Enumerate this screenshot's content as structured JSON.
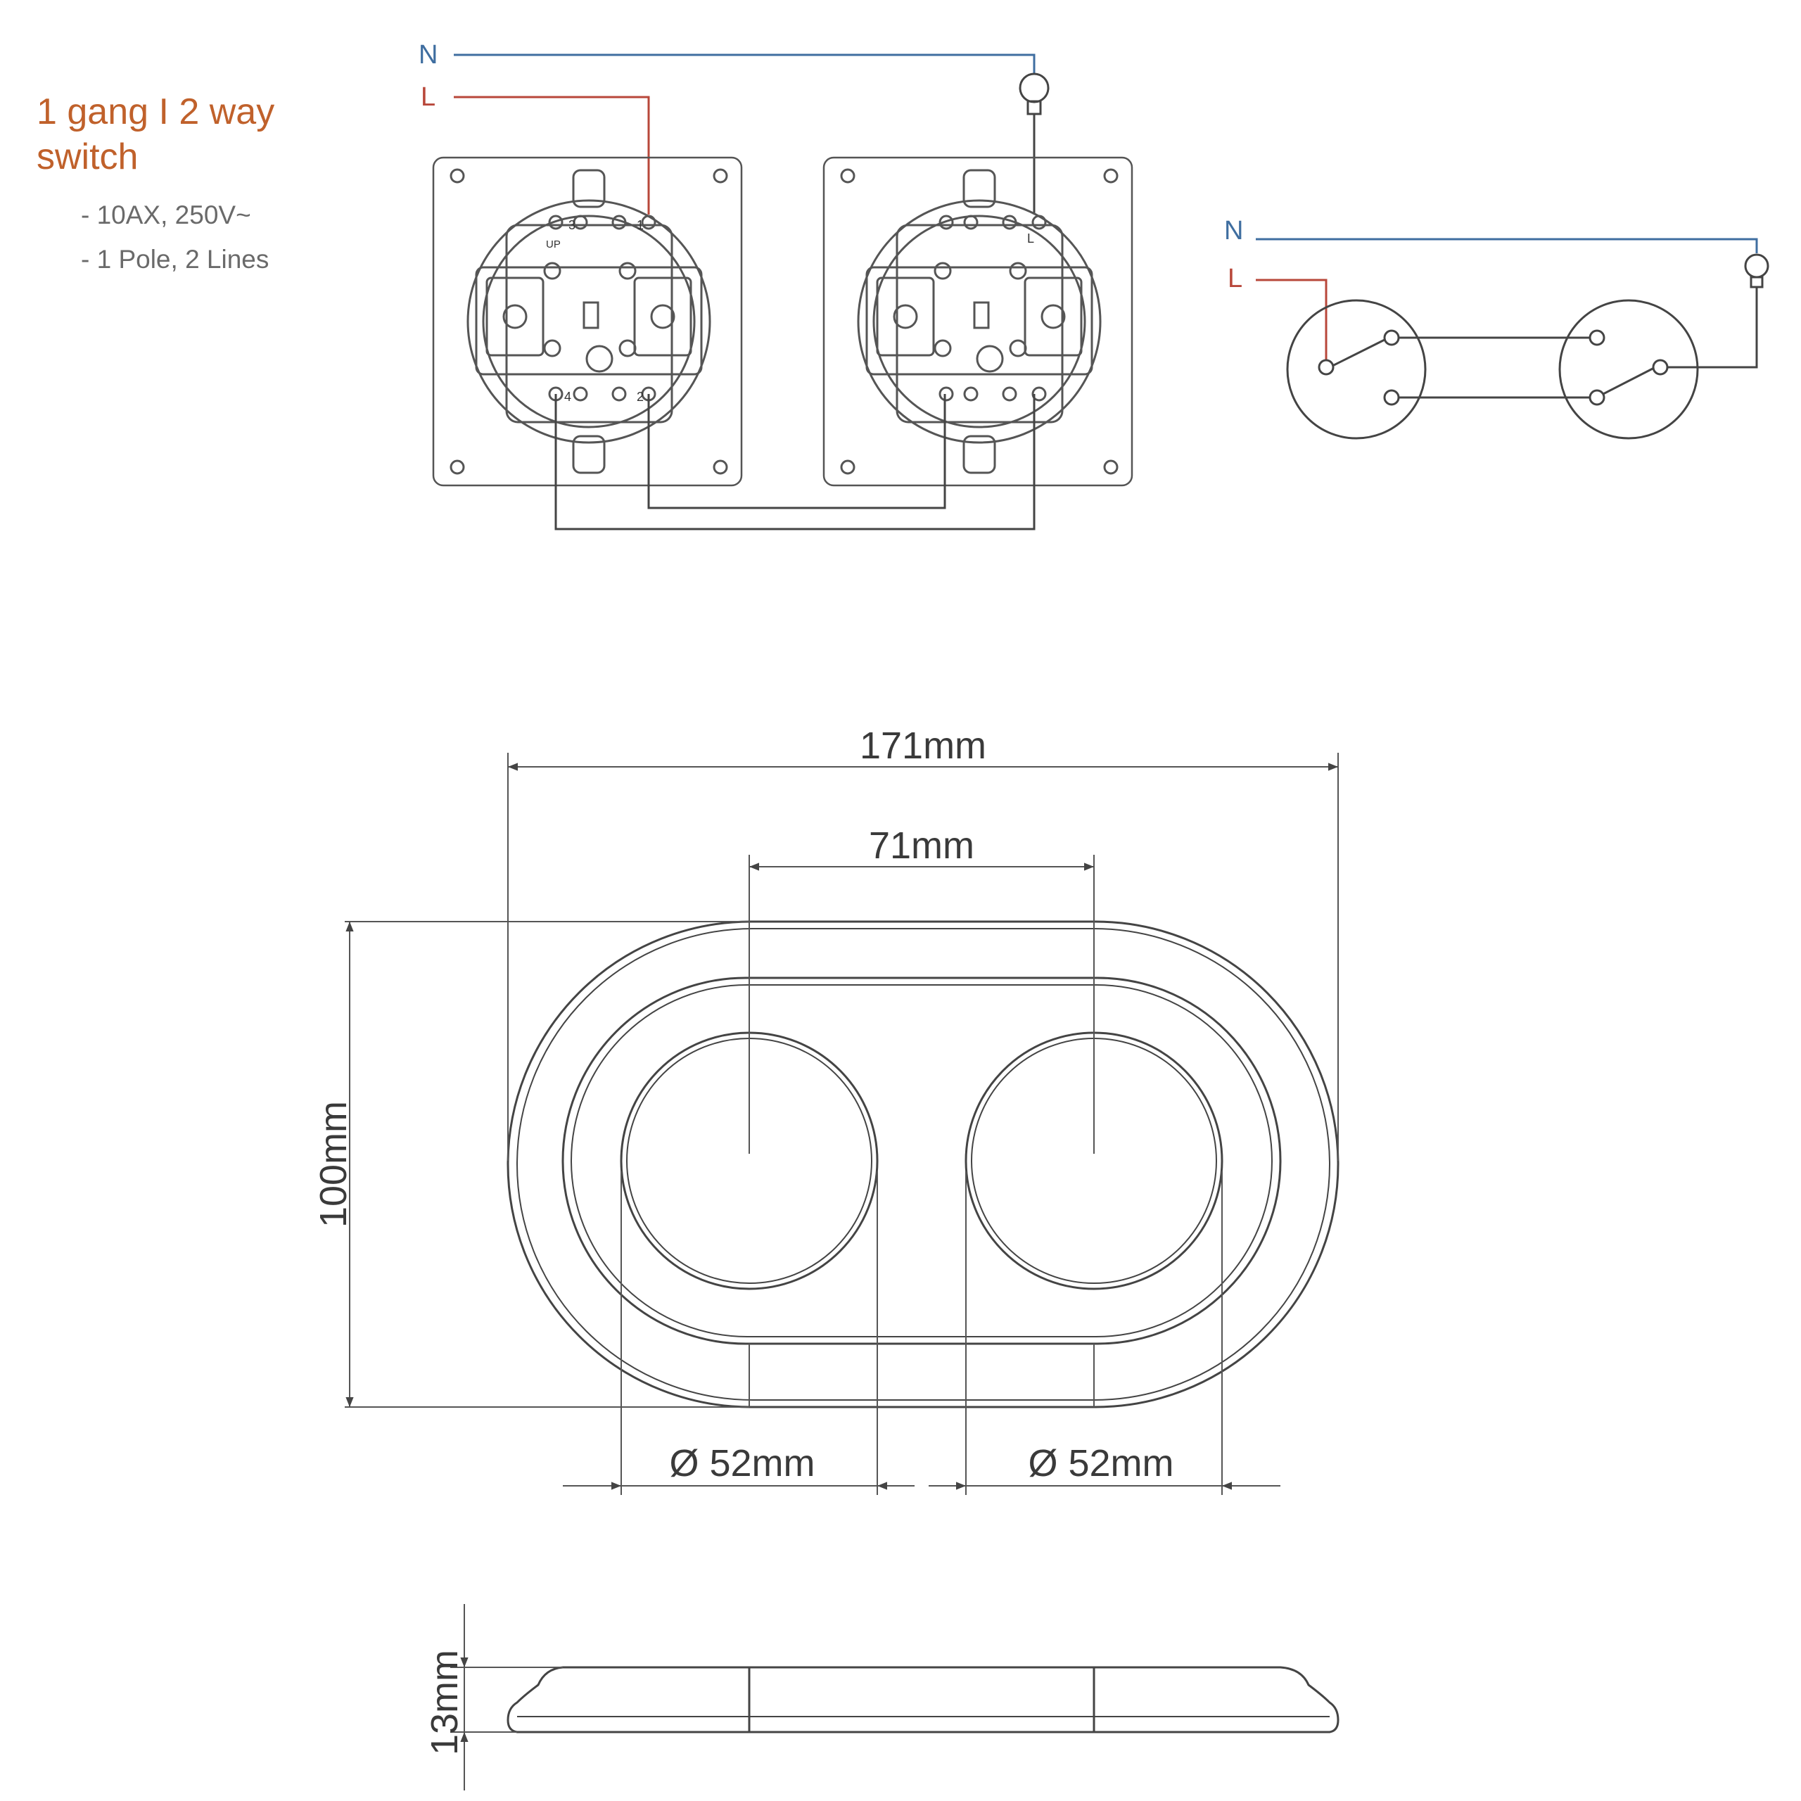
{
  "header": {
    "title_line1": "1 gang I 2 way",
    "title_line2": "switch",
    "specs": [
      "- 10AX, 250V~",
      "- 1 Pole, 2 Lines"
    ]
  },
  "wiring": {
    "neutral_label": "N",
    "live_label": "L",
    "schematic_neutral_label": "N",
    "schematic_live_label": "L",
    "mechanism_markings": [
      "3",
      "1",
      "UP",
      "4",
      "2",
      "L"
    ]
  },
  "dimensions": {
    "overall_width": "171mm",
    "center_spacing": "71mm",
    "height": "100mm",
    "opening_diameter_left": "Ø 52mm",
    "opening_diameter_right": "Ø 52mm",
    "depth": "13mm"
  },
  "colors": {
    "neutral": "#3f6ea0",
    "live": "#b8473a",
    "title": "#c0612b",
    "line": "#444444"
  }
}
